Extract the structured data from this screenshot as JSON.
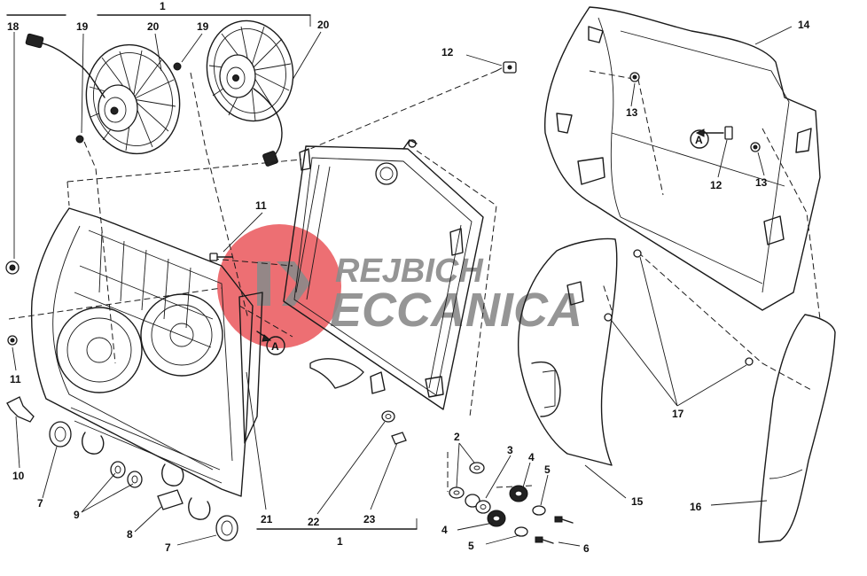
{
  "callouts": {
    "c1_top": "1",
    "c1_bottom": "1",
    "c2": "2",
    "c3": "3",
    "c4a": "4",
    "c4b": "4",
    "c5a": "5",
    "c5b": "5",
    "c6": "6",
    "c7a": "7",
    "c7b": "7",
    "c8": "8",
    "c9": "9",
    "c10": "10",
    "c11a": "11",
    "c11b": "11",
    "c12a": "12",
    "c12b": "12",
    "c13a": "13",
    "c13b": "13",
    "c14": "14",
    "c15": "15",
    "c16": "16",
    "c17": "17",
    "c18": "18",
    "c19a": "19",
    "c19b": "19",
    "c20a": "20",
    "c20b": "20",
    "c21": "21",
    "c22": "22",
    "c23": "23",
    "refA1": "A",
    "refA2": "A"
  },
  "watermark": {
    "line1": "REJBICH",
    "line2": "ECCANICA",
    "color_red": "#e8474b",
    "color_gray": "#8a8a8a"
  }
}
